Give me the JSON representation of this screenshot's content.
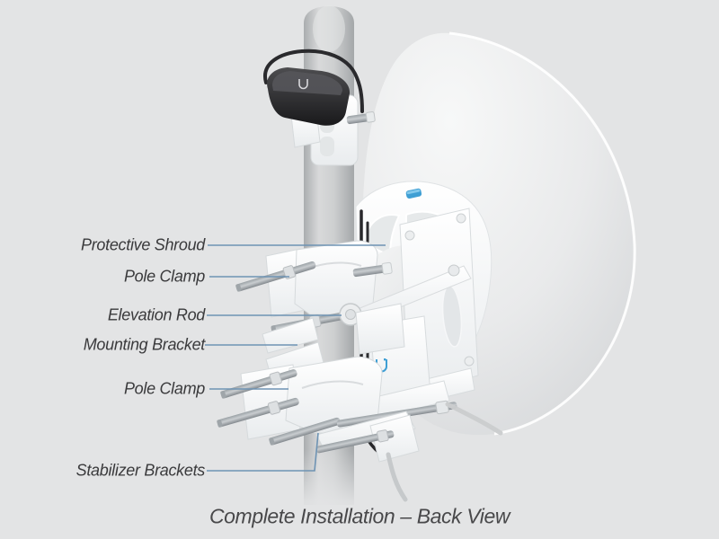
{
  "figure": {
    "type": "installation-diagram",
    "caption": "Complete Installation – Back View",
    "labels": [
      {
        "id": "protective-shroud",
        "text": "Protective Shroud"
      },
      {
        "id": "pole-clamp-upper",
        "text": "Pole Clamp"
      },
      {
        "id": "elevation-rod",
        "text": "Elevation Rod"
      },
      {
        "id": "mounting-bracket",
        "text": "Mounting Bracket"
      },
      {
        "id": "pole-clamp-lower",
        "text": "Pole Clamp"
      },
      {
        "id": "stabilizer-brackets",
        "text": "Stabilizer Brackets"
      }
    ],
    "icons": {
      "radio_logo": "ubiquiti-u-logo",
      "device_logo": "ubiquiti-u-logo"
    },
    "colors": {
      "background": "#e3e4e5",
      "leader_line": "#6e93b3",
      "label_text": "#3a3a3c",
      "accent_blue": "#3f9fd4",
      "device_black": "#242427",
      "dish_light": "#f7f8f8",
      "dish_dark": "#d6d8da"
    }
  }
}
